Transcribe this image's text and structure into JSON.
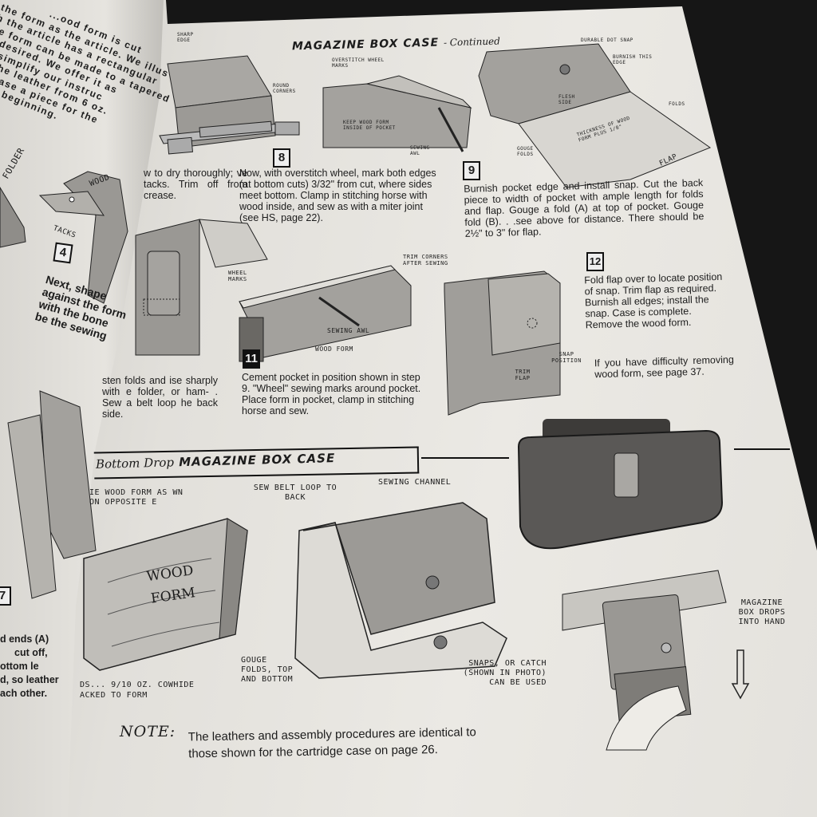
{
  "left_page": {
    "intro_lines": [
      "...ood form is cut",
      "the form as the article. We illus",
      "h the article has a rectangular",
      "he form can be made to a tapered",
      "if desired. We offer it as",
      "to simplify our instruc",
      "ut the leather from 6 oz.",
      ". . .case a piece for the",
      "efore beginning."
    ],
    "folder_label": "FOLDER",
    "wood_label": "WOOD",
    "tacks_label": "TACKS",
    "step4_number": "4",
    "step4_lines": [
      "Next, shape",
      "against the form",
      "with the bone",
      "be the sewing"
    ],
    "step7_number": "7",
    "step7_lines": [
      "d ends (A)",
      "cut off,",
      "ottom le",
      "d, so leather",
      "ach other."
    ]
  },
  "header": {
    "title": "MAGAZINE BOX CASE",
    "continued": "- Continued"
  },
  "steps": {
    "step10_text": "w to dry thoroughly; ve tacks. Trim off from crease.",
    "step10_labels": [
      "SHARP EDGE",
      "ROUND CORNERS"
    ],
    "step8_number": "8",
    "step8_text": "Now, with overstitch wheel, mark both edges (at bottom cuts) 3/32\" from cut, where sides meet bottom. Clamp in stitching horse with wood inside, and sew as with a miter joint (see HS, page 22).",
    "step8_labels": [
      "OVERSTITCH WHEEL MARKS",
      "KEEP WOOD FORM INSIDE OF POCKET",
      "SEWING AWL"
    ],
    "step9_number": "9",
    "step9_text": "Burnish pocket edge and install snap. Cut the back piece to width of pocket with ample length for folds and flap. Gouge a fold (A) at top of pocket. Gouge fold (B). . .see above for distance. There should be 2½\" to 3\" for flap.",
    "step9_labels": [
      "DURABLE DOT SNAP",
      "BURNISH THIS EDGE",
      "FLESH SIDE",
      "FOLDS",
      "THICKNESS OF WOOD FORM PLUS 1/8\"",
      "GOUGE FOLDS",
      "FLAP"
    ],
    "step5_text": "sten folds and ise sharply with e folder, or ham- . Sew a belt loop he back side.",
    "step11_number": "11",
    "step11_text": "Cement pocket in position shown in step 9. \"Wheel\" sewing marks around pocket. Place form in pocket, clamp in stitching horse and sew.",
    "step11_labels": [
      "WHEEL MARKS",
      "TRIM CORNERS AFTER SEWING",
      "SEWING AWL",
      "WOOD FORM"
    ],
    "step12_number": "12",
    "step12_text": "Fold flap over to locate position of snap. Trim flap as required. Burnish all edges; install the snap. Case is complete. Remove the wood form.",
    "step12_labels": [
      "SNAP POSITION",
      "TRIM FLAP"
    ],
    "difficulty_text": "If you have difficulty removing wood form, see page 37."
  },
  "bottom_drop": {
    "title_script": "Bottom Drop",
    "title": "MAGAZINE BOX CASE",
    "labels": {
      "wood_form_as": "IE WOOD FORM AS WN ON OPPOSITE E",
      "wood_form": "WOOD FORM",
      "ends": "DS... 9/10 oz. COWHIDE ACKED TO FORM",
      "sew_belt_loop": "SEW BELT LOOP TO BACK",
      "sewing_channel": "SEWING CHANNEL",
      "gouge_folds": "GOUGE FOLDS, TOP AND BOTTOM",
      "snaps": "SNAPS, OR CATCH (SHOWN IN PHOTO) CAN BE USED",
      "drops": "MAGAZINE BOX DROPS INTO HAND"
    },
    "note_label": "NOTE:",
    "note_text": "The leathers and assembly procedures are identical to those shown for the cartridge case on page 26."
  },
  "colors": {
    "ink": "#1c1c1c",
    "paper": "#e8e6e1",
    "background": "#161616",
    "leather": "#8a8884"
  }
}
